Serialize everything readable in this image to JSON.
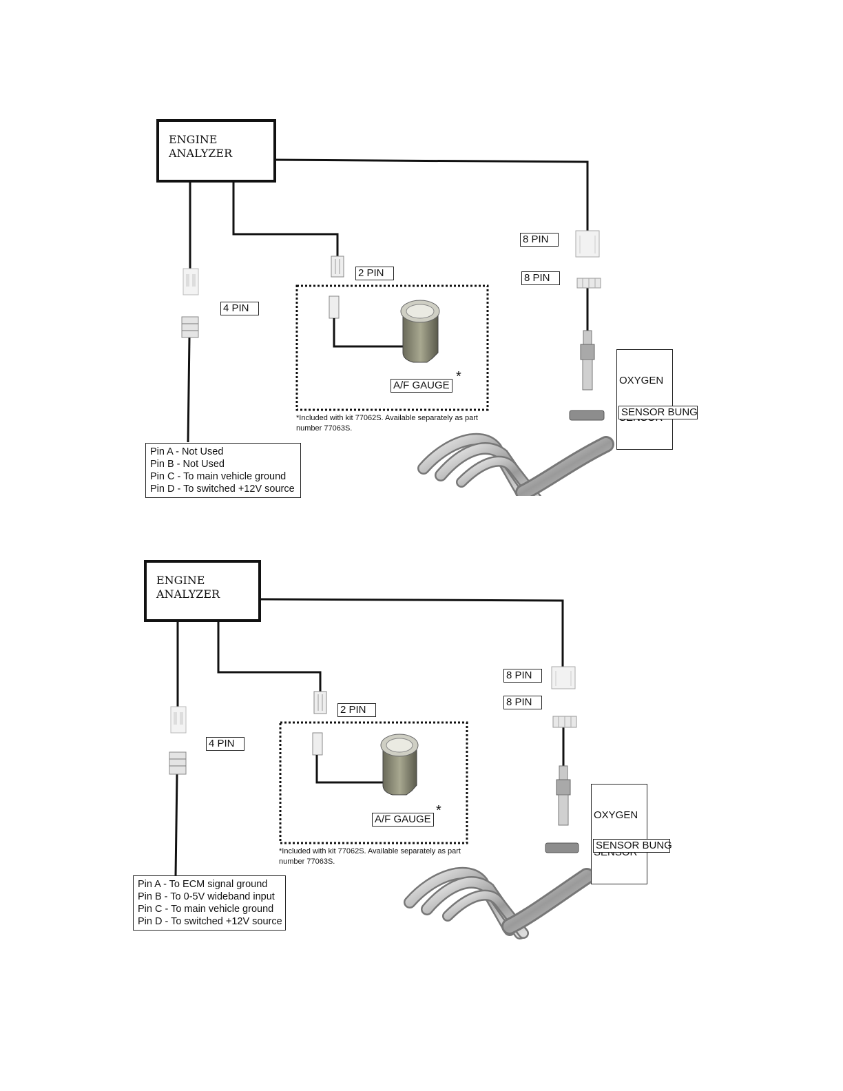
{
  "diagrams": [
    {
      "engine": {
        "line1": "ENGINE",
        "line2": "ANALYZER"
      },
      "labels": {
        "pin8_top": "8 PIN",
        "pin8_bottom": "8 PIN",
        "pin2": "2 PIN",
        "pin4": "4 PIN",
        "gauge": "A/F GAUGE",
        "oxygen_line1": "OXYGEN",
        "oxygen_line2": "SENSOR",
        "bung": "SENSOR BUNG",
        "asterisk": "*"
      },
      "note": "*Included with kit 77062S.  Available separately as part number 77063S.",
      "pins": [
        "Pin A - Not Used",
        "Pin B - Not Used",
        "Pin C - To main vehicle ground",
        "Pin D - To switched +12V source"
      ]
    },
    {
      "engine": {
        "line1": "ENGINE",
        "line2": "ANALYZER"
      },
      "labels": {
        "pin8_top": "8 PIN",
        "pin8_bottom": "8 PIN",
        "pin2": "2 PIN",
        "pin4": "4 PIN",
        "gauge": "A/F GAUGE",
        "oxygen_line1": "OXYGEN",
        "oxygen_line2": "SENSOR",
        "bung": "SENSOR BUNG",
        "asterisk": "*"
      },
      "note": "*Included with kit 77062S.  Available separately as part number 77063S.",
      "pins": [
        "Pin A - To ECM signal ground",
        "Pin B - To 0-5V wideband input",
        "Pin C - To main vehicle ground",
        "Pin D - To switched +12V source"
      ]
    }
  ]
}
